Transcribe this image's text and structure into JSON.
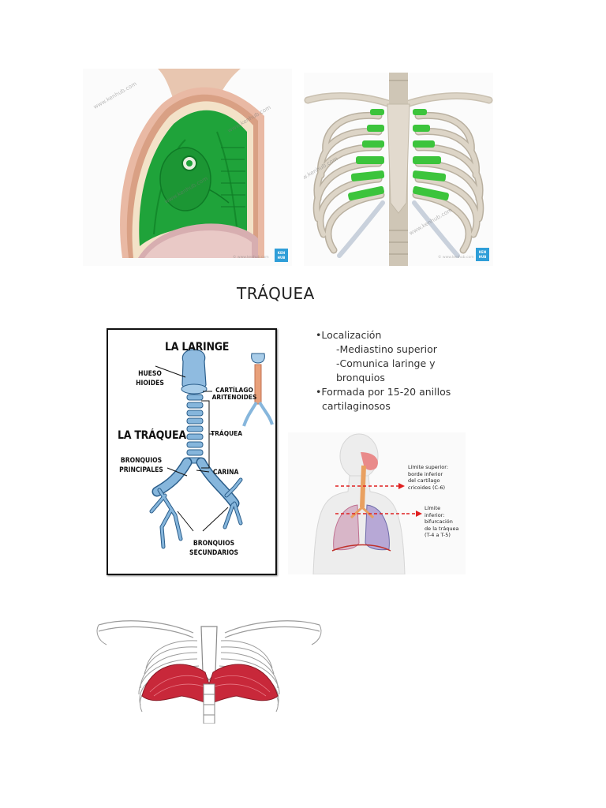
{
  "slide": {
    "title": "TRÁQUEA",
    "bullets": [
      "•Localización",
      "-Mediastino superior",
      "-Comunica laringe y",
      "bronquios",
      "•Formada por 15-20 anillos",
      "cartilaginosos"
    ]
  },
  "larynx_diagram": {
    "heading_larynx": "LA LARINGE",
    "heading_trachea": "LA TRÁQUEA",
    "label_hyoid": [
      "HUESO",
      "HIOIDES"
    ],
    "label_arytenoid": [
      "CARTÍLAGO",
      "ARITENOIDES"
    ],
    "label_trachea": "TRÁQUEA",
    "label_primary": [
      "BRONQUIOS",
      "PRINCIPALES"
    ],
    "label_carina": "CARINA",
    "label_secondary": [
      "BRONQUIOS",
      "SECUNDARIOS"
    ]
  },
  "torso_figure": {
    "upper_limit": [
      "Límite superior:",
      "borde inferior",
      "del cartílago",
      "cricoides (C-6)"
    ],
    "lower_limit": [
      "Límite",
      "inferior:",
      "bifurcación",
      "de la tráquea",
      "(T-4 a T-5)"
    ]
  },
  "photos": {
    "watermark": "www.kenhub.com",
    "credit": "© www.kenhub.com",
    "badge": [
      "KEN",
      "HUB"
    ]
  },
  "colors": {
    "pleura_green": "#1fa33a",
    "cartilage_green": "#3cc43c",
    "bone": "#d9d2c5",
    "trachea_blue": "#7fb3d8",
    "diaphragm_red": "#c8283a",
    "limit_arrow": "#e02020"
  }
}
